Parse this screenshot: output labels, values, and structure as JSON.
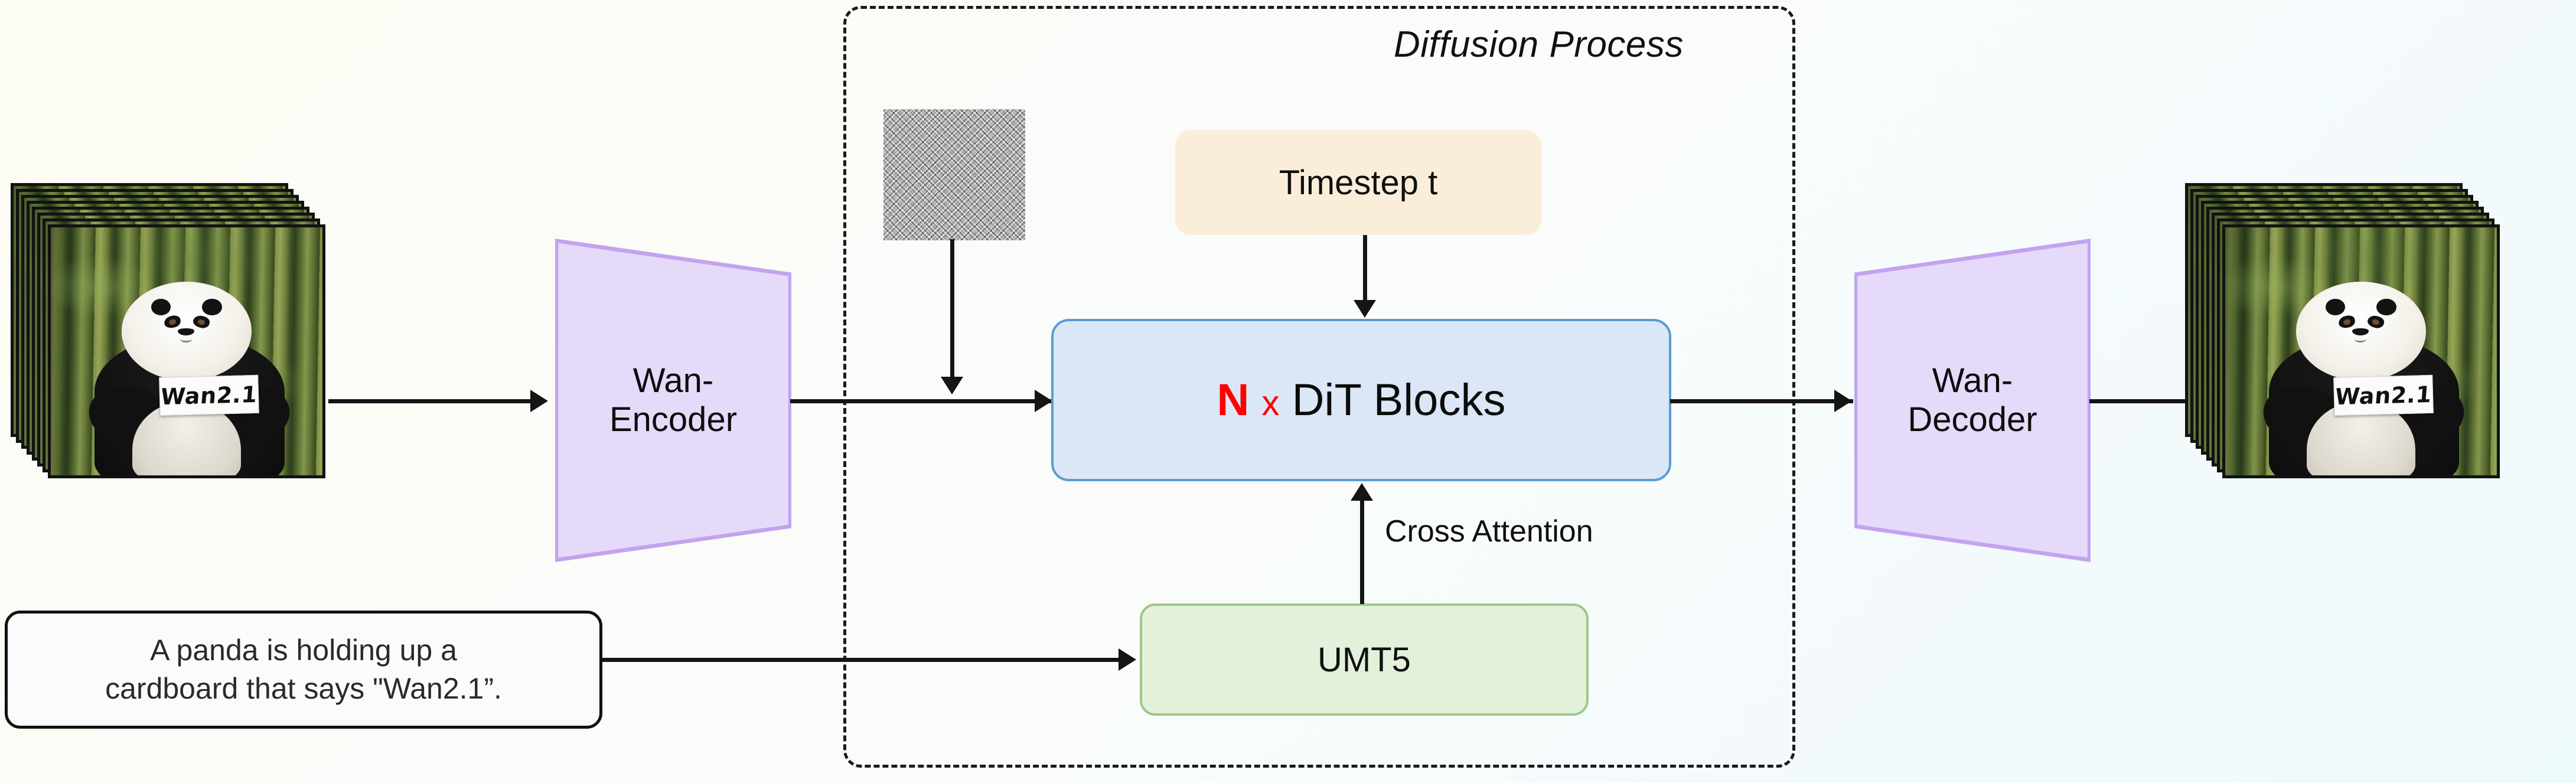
{
  "diagram": {
    "title_in_dashed_container": "Diffusion Process",
    "background_gradient": [
      "#fdfdf4",
      "#effafc"
    ]
  },
  "nodes": {
    "input_frames": {
      "name": "input-video-frames",
      "sign_text": "Wan2.1",
      "frame_count": 8
    },
    "encoder": {
      "label": "Wan-\nEncoder",
      "fill": "#e5daf9",
      "stroke": "#c3a3ef"
    },
    "noise": {
      "name": "gaussian-noise-latent",
      "fill": "#9a9a9a"
    },
    "timestep": {
      "label": "Timestep t",
      "fill": "#faeedb"
    },
    "dit": {
      "prefix_n": "N",
      "prefix_x": "x",
      "label": "DiT Blocks",
      "fill": "#dbe7f7",
      "stroke": "#5b9bd5",
      "accent": "#ff0000"
    },
    "umt5": {
      "label": "UMT5",
      "fill": "#e3f0da",
      "stroke": "#9dc98a"
    },
    "prompt": {
      "label": "A panda is holding up a\ncardboard that says \"Wan2.1”.",
      "fill": "#fbfbfb",
      "stroke": "#111111"
    },
    "decoder": {
      "label": "Wan-\nDecoder",
      "fill": "#e5daf9",
      "stroke": "#c3a3ef"
    },
    "output_frames": {
      "name": "output-video-frames",
      "sign_text": "Wan2.1",
      "frame_count": 8
    }
  },
  "edges": {
    "frames_to_encoder": "",
    "encoder_to_dit": "",
    "noise_to_latent": "",
    "timestep_to_dit": "",
    "umt5_to_dit": "Cross Attention",
    "prompt_to_umt5": "",
    "dit_to_decoder": "",
    "decoder_to_frames": ""
  }
}
